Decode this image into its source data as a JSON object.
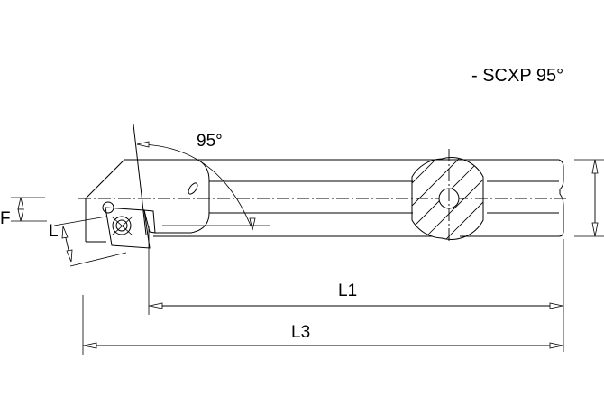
{
  "title": "- SCXP 95°",
  "angle_label": "95°",
  "dimensions": {
    "F": "F",
    "L": "L",
    "L1": "L1",
    "L3": "L3"
  }
}
